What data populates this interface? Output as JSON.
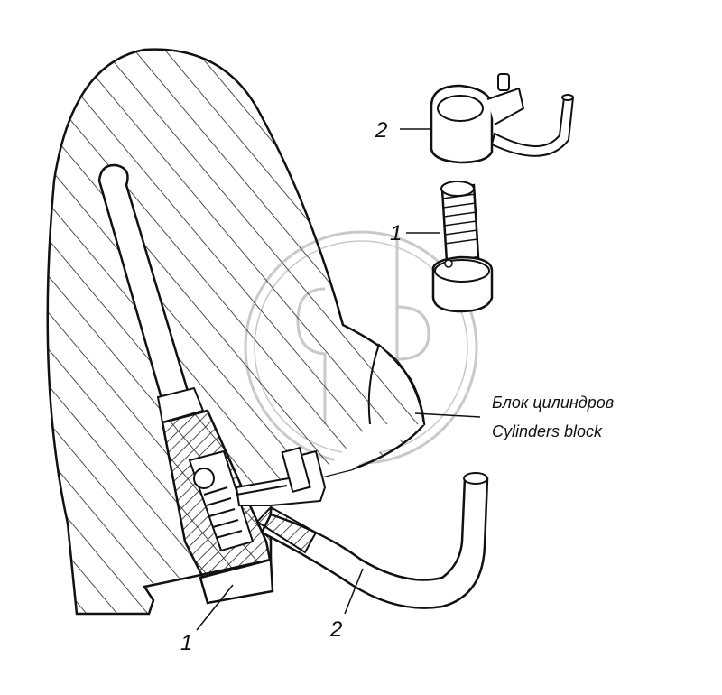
{
  "callouts": {
    "bottom_item_1": "1",
    "bottom_item_2": "2",
    "top_item_1": "1",
    "top_item_2": "2"
  },
  "caption": {
    "ru": "Блок цилиндров",
    "en": "Cylinders block"
  },
  "watermark": {
    "mark": "logo-watermark",
    "color": "#c8c8c8"
  },
  "colors": {
    "line": "#111111",
    "hatch": "#222222",
    "background": "#ffffff"
  }
}
